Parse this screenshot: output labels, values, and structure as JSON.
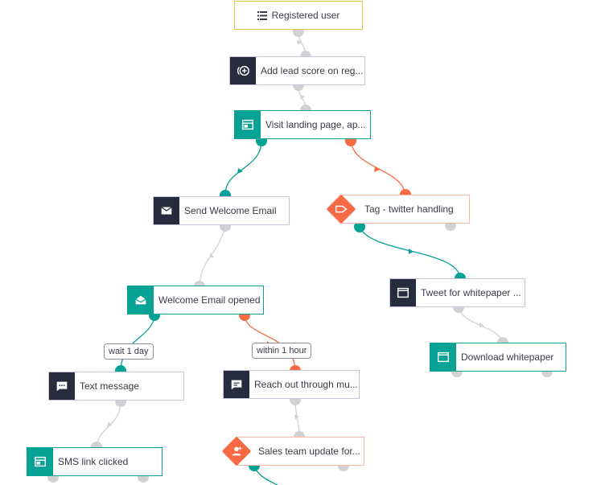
{
  "nodes": {
    "registered_user": "Registered user",
    "add_lead_score": "Add lead score on reg...",
    "visit_landing_page": "Visit landing page, ap...",
    "send_welcome_email": "Send Welcome Email",
    "tag_twitter": "Tag - twitter handling",
    "tweet_whitepaper": "Tweet for whitepaper ...",
    "welcome_email_opened": "Welcome Email opened",
    "download_whitepaper": "Download whitepaper",
    "text_message": "Text message",
    "reach_out": "Reach out through mu...",
    "sales_team_update": "Sales team update for...",
    "sms_link_clicked": "SMS link clicked"
  },
  "conditions": {
    "wait_1_day": "wait 1 day",
    "within_1_hour": "within 1 hour"
  },
  "colors": {
    "yes_path": "#07a296",
    "no_path": "#f86a43",
    "default_path": "#d2d2d6",
    "dark_icon": "#262b3d",
    "source_border": "#f0c23a"
  }
}
